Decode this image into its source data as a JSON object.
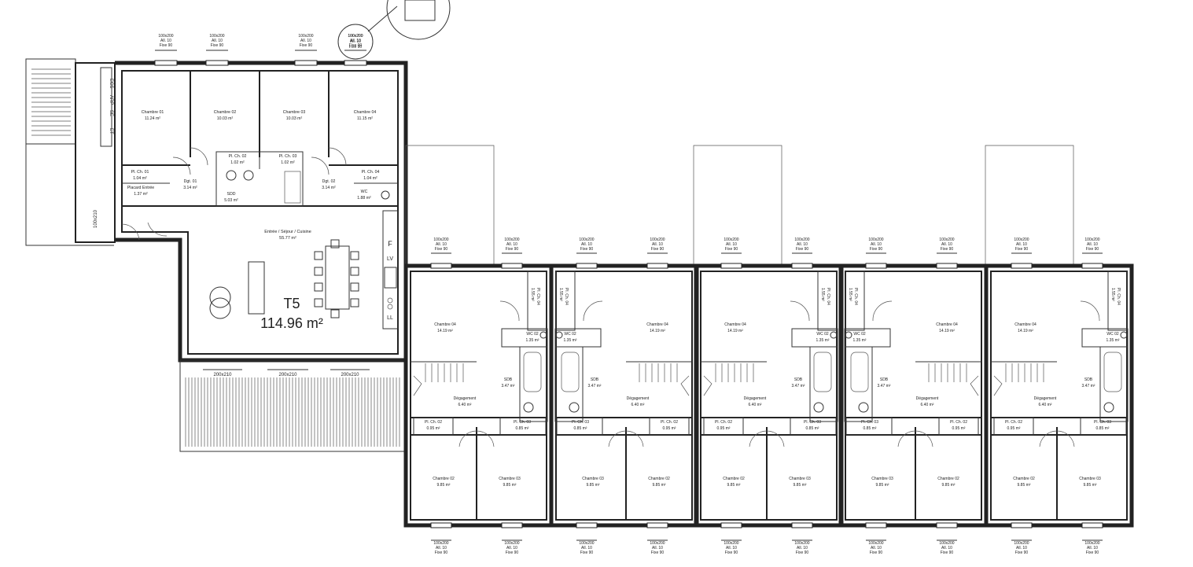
{
  "t5": {
    "name": "T5",
    "area": "114.96 m²",
    "rooms": [
      {
        "name": "Chambre 01",
        "area": "11.24 m²"
      },
      {
        "name": "Chambre 02",
        "area": "10.03 m²"
      },
      {
        "name": "Chambre 03",
        "area": "10.03 m²"
      },
      {
        "name": "Chambre 04",
        "area": "11.15 m²"
      },
      {
        "name": "Pl. Ch. 01",
        "area": "1.04 m²"
      },
      {
        "name": "Placard Entrée",
        "area": "1.37 m²"
      },
      {
        "name": "Dgt. 01",
        "area": "3.14 m²"
      },
      {
        "name": "Pl. Ch. 02",
        "area": "1.02 m²"
      },
      {
        "name": "Pl. Ch. 03",
        "area": "1.02 m²"
      },
      {
        "name": "SDD",
        "area": "5.03 m²"
      },
      {
        "name": "Dgt. 02",
        "area": "3.14 m²"
      },
      {
        "name": "Pl. Ch. 04",
        "area": "1.04 m²"
      },
      {
        "name": "WC",
        "area": "1.88 m²"
      },
      {
        "name": "Entrée / Séjour / Cuisine",
        "area": "55.77 m²"
      }
    ],
    "kitchen_labels": [
      "F",
      "LV",
      "LL"
    ],
    "closet_labels": [
      "ECS",
      "ARP",
      "SE",
      "ET"
    ],
    "door_side": "100x210",
    "balcony_windows": [
      "200x210",
      "200x210",
      "200x210"
    ]
  },
  "top_windows": [
    [
      "100x200",
      "All. 10",
      "Fixe 90"
    ],
    [
      "100x200",
      "All. 10",
      "Fixe 90"
    ],
    [
      "100x200",
      "All. 10",
      "Fixe 90"
    ],
    [
      "100x200",
      "All. 10",
      "Fixe 90"
    ]
  ],
  "house_windows": [
    "100x200",
    "All. 10",
    "Fixe 90"
  ],
  "house_rooms": {
    "chambre04": {
      "name": "Chambre 04",
      "area": "14.19 m²"
    },
    "wc": {
      "name": "WC 02",
      "area": "1.35 m²"
    },
    "plch04": {
      "name": "Pl. Ch. 04",
      "area": "1.55 m²"
    },
    "sdb": {
      "name": "SDB",
      "area": "3.47 m²"
    },
    "degagement": {
      "name": "Dégagement",
      "area": "6.40 m²"
    },
    "plch02": {
      "name": "Pl. Ch. 02",
      "area": "0.95 m²"
    },
    "plch03": {
      "name": "Pl. Ch. 03",
      "area": "0.85 m²"
    },
    "chambre02": {
      "name": "Chambre 02",
      "area": "9.85 m²"
    },
    "chambre03": {
      "name": "Chambre 03",
      "area": "9.85 m²"
    }
  }
}
